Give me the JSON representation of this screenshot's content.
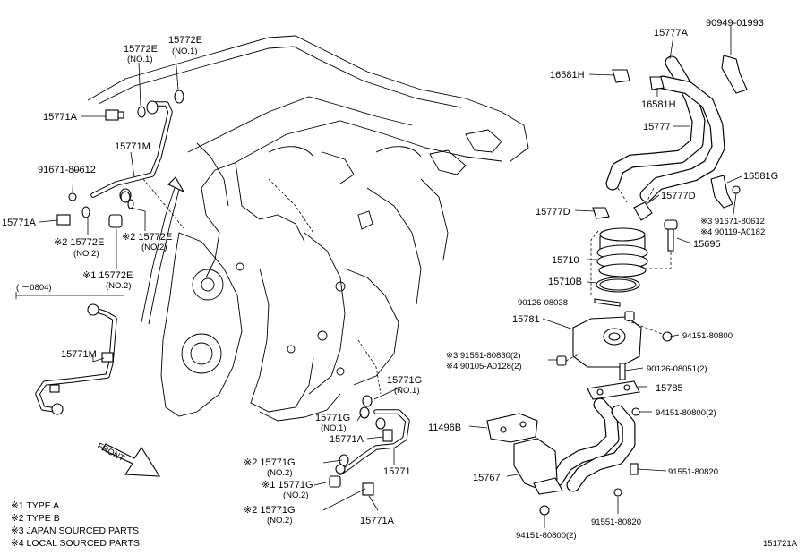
{
  "labels": {
    "p_15772e_no1_a": "15772E",
    "p_15772e_no1_a_sub": "(NO.1)",
    "p_15772e_no1_b": "15772E",
    "p_15772e_no1_b_sub": "(NO.1)",
    "p_15771a_top": "15771A",
    "p_15771m_top": "15771M",
    "p_91671_80612": "91671-80612",
    "p_15771a_left": "15771A",
    "p_15772e_no2_a": "※2 15772E",
    "p_15772e_no2_a_sub": "(NO.2)",
    "p_15772e_no2_b": "※2 15772E",
    "p_15772e_no2_b_sub": "(NO.2)",
    "p_15772e_no2_c": "※1 15772E",
    "p_15772e_no2_c_sub": "(NO.2)",
    "range_0804": "(   －0804)",
    "p_15771m_inset": "15771M",
    "front": "FRONT",
    "p_15771g_no1_a": "15771G",
    "p_15771g_no1_a_sub": "(NO.1)",
    "p_15771g_no1_b": "15771G",
    "p_15771g_no1_b_sub": "(NO.1)",
    "p_15771a_mid": "15771A",
    "p_15771": "15771",
    "p_15771g_no2_a": "※2 15771G",
    "p_15771g_no2_a_sub": "(NO.2)",
    "p_15771g_no2_b": "※1 15771G",
    "p_15771g_no2_b_sub": "(NO.2)",
    "p_15771g_no2_c": "※2 15771G",
    "p_15771g_no2_c_sub": "(NO.2)",
    "p_15771a_bottom": "15771A",
    "p_15777a": "15777A",
    "p_90949_01993": "90949-01993",
    "p_16581h_a": "16581H",
    "p_16581h_b": "16581H",
    "p_15777": "15777",
    "p_16581g": "16581G",
    "p_15777d_a": "15777D",
    "p_15777d_b": "15777D",
    "p_91671_80612_r": "※3 91671-80612",
    "p_90119_a0182": "※4 90119-A0182",
    "p_15710": "15710",
    "p_15695": "15695",
    "p_15710b": "15710B",
    "p_90126_08038": "90126-08038",
    "p_15781": "15781",
    "p_94151_80800": "94151-80800",
    "p_91551_80830": "※3 91551-80830(2)",
    "p_90105_a0128": "※4 90105-A0128(2)",
    "p_90126_08051": "90126-08051(2)",
    "p_15785": "15785",
    "p_11496b": "11496B",
    "p_94151_80800_2a": "94151-80800(2)",
    "p_15767": "15767",
    "p_91551_80820_a": "91551-80820",
    "p_91551_80820_b": "91551-80820",
    "p_94151_80800_2b": "94151-80800(2)",
    "ref_code": "151721A"
  },
  "notes": [
    "※1 TYPE A",
    "※2 TYPE B",
    "※3 JAPAN SOURCED PARTS",
    "※4 LOCAL SOURCED PARTS"
  ]
}
